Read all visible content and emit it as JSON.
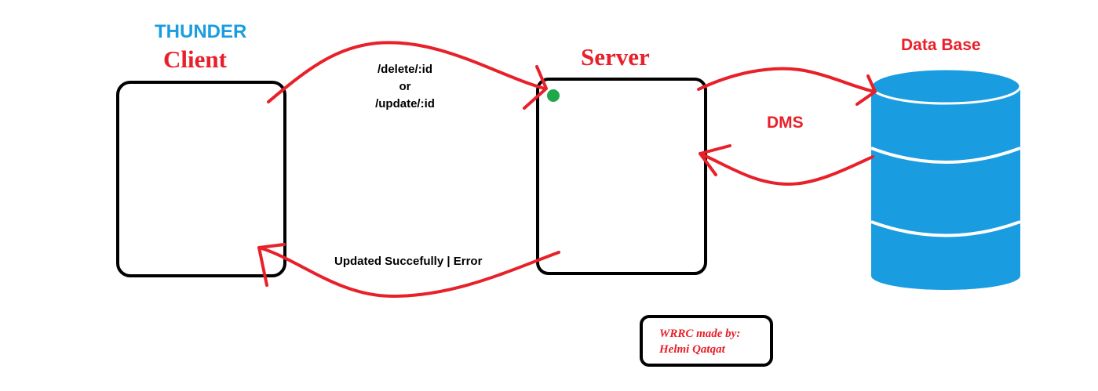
{
  "client": {
    "brand": "THUNDER",
    "label": "Client"
  },
  "server": {
    "label": "Server"
  },
  "database": {
    "label": "Data Base"
  },
  "request": {
    "line1": "/delete/:id",
    "line2": "or",
    "line3": "/update/:id"
  },
  "response": {
    "label": "Updated Succefully | Error"
  },
  "dms": {
    "label": "DMS"
  },
  "credit": {
    "line1": "WRRC made by:",
    "line2": "Helmi Qatqat"
  },
  "colors": {
    "arrow": "#e8202a",
    "title_red": "#e8202a",
    "title_blue": "#1a9de0",
    "database": "#1a9de0",
    "status_dot": "#1fa84a",
    "box_border": "#000000"
  },
  "icons": {
    "database": "database-cylinder-icon",
    "status": "green-dot-icon"
  }
}
